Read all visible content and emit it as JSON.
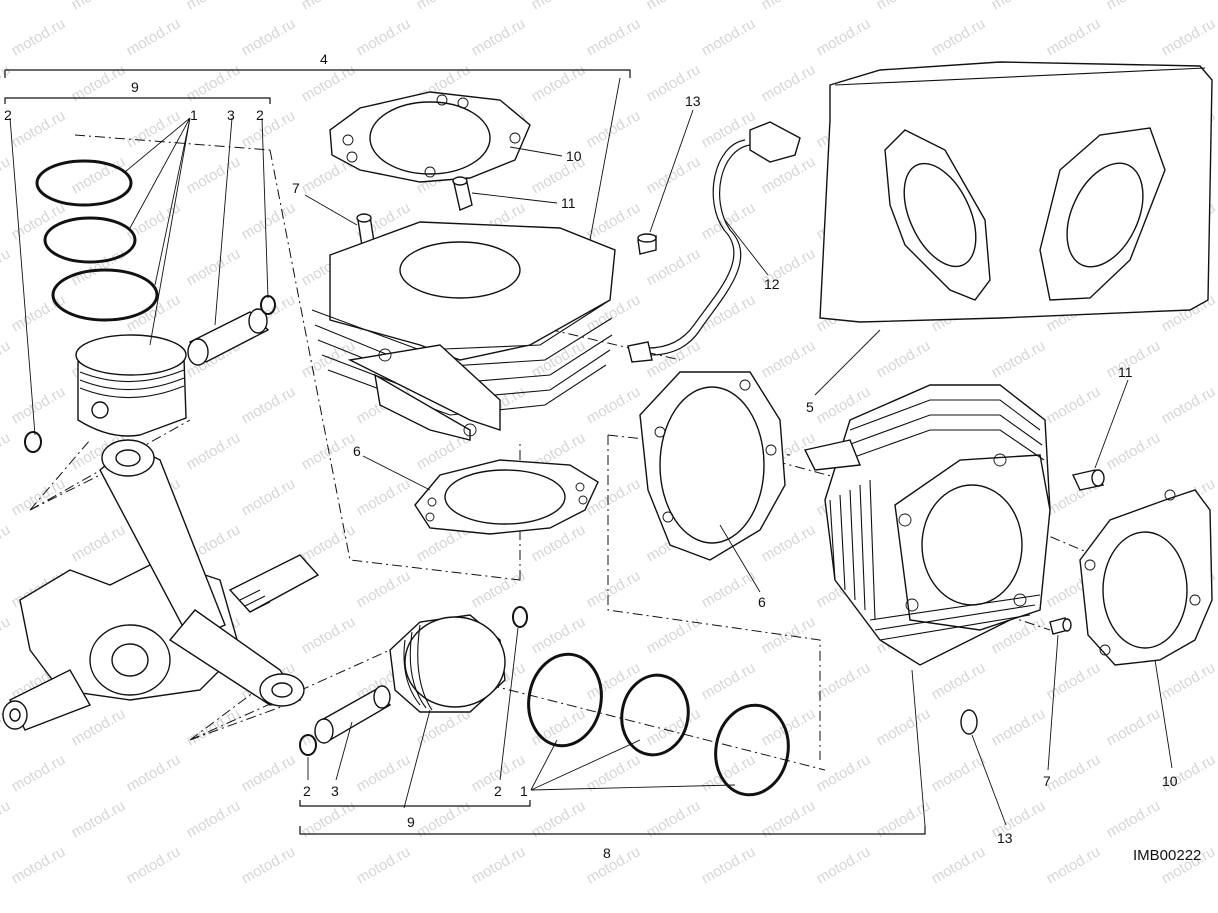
{
  "diagram": {
    "code": "IMB00222",
    "watermark": "motod.ru",
    "callouts": {
      "c4": "4",
      "c9_top": "9",
      "c1_top": "1",
      "c3_top": "3",
      "c2_top_left": "2",
      "c2_top_right": "2",
      "c7_top": "7",
      "c10_top": "10",
      "c11_top": "11",
      "c13_top": "13",
      "c12": "12",
      "c6_left": "6",
      "c6_right": "6",
      "c5": "5",
      "c11_right": "11",
      "c7_right": "7",
      "c10_right": "10",
      "c13_bottom": "13",
      "c2_bottom_left": "2",
      "c3_bottom": "3",
      "c9_bottom": "9",
      "c2_bottom_right": "2",
      "c1_bottom": "1",
      "c8": "8"
    }
  }
}
